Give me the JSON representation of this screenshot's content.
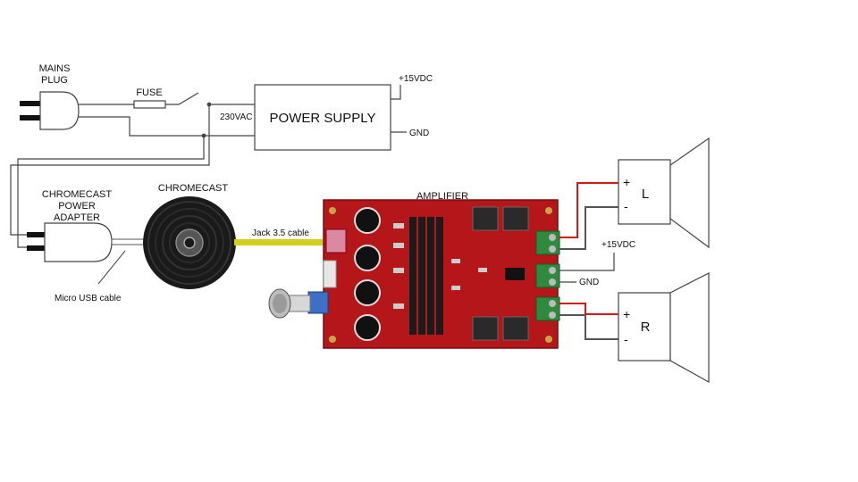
{
  "labels": {
    "mains_plug_line1": "MAINS",
    "mains_plug_line2": "PLUG",
    "fuse": "FUSE",
    "voltage_230": "230VAC",
    "power_supply": "POWER SUPPLY",
    "psu_positive": "+15VDC",
    "psu_ground": "GND",
    "adapter_line1": "CHROMECAST",
    "adapter_line2": "POWER",
    "adapter_line3": "ADAPTER",
    "micro_usb": "Micro USB cable",
    "chromecast": "CHROMECAST",
    "jack_cable": "Jack 3.5 cable",
    "amplifier": "AMPLIFIER",
    "amp_positive": "+15VDC",
    "amp_ground": "GND",
    "speaker_left": "L",
    "speaker_right": "R",
    "plus": "+",
    "minus": "-"
  },
  "colors": {
    "wire": "#444444",
    "wire_positive": "#d11a1a",
    "jack_cable": "#d4cf1c",
    "board": "#b4161a",
    "heatsink": "#1b1b1b",
    "terminal": "#2e8b3e",
    "chromecast": "#1a1a1a"
  }
}
